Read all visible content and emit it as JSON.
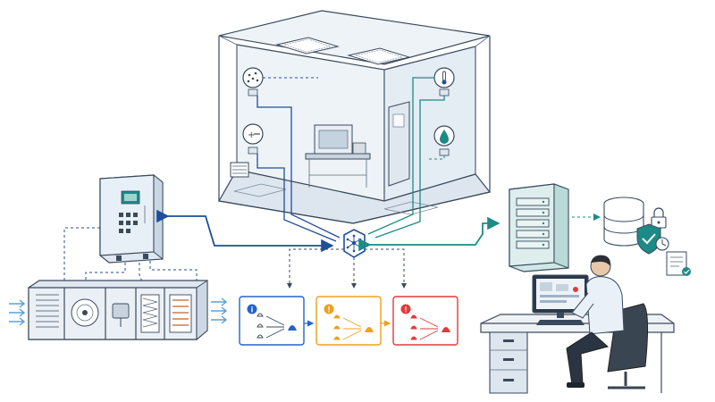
{
  "components": {
    "cleanroom": "cleanroom",
    "hvac_unit": "air-handling-unit",
    "control_panel": "control-panel",
    "hub": "network-hub",
    "server": "server-rack",
    "database": "database",
    "operator": "operator-workstation"
  },
  "alarm_levels": [
    {
      "name": "info",
      "symbol": "i",
      "color": "#2563c9"
    },
    {
      "name": "warning",
      "symbol": "!",
      "color": "#f0a020"
    },
    {
      "name": "critical",
      "symbol": "!",
      "color": "#e23a3a"
    }
  ],
  "colors": {
    "control_link": "#1f4e9c",
    "data_link": "#1d8a86",
    "outline": "#3a4a5c"
  },
  "icons": [
    "particle-counter-icon",
    "pressure-sensor-icon",
    "thermometer-icon",
    "humidity-drop-icon",
    "network-hub-icon",
    "lock-icon",
    "shield-check-icon",
    "clock-icon",
    "certificate-icon",
    "bell-icon"
  ]
}
